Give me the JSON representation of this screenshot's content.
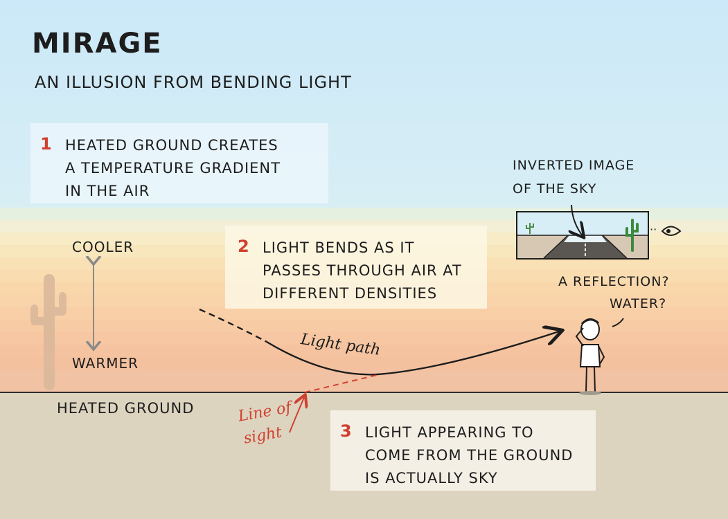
{
  "title": "Mirage",
  "subtitle": "An illusion from bending light",
  "steps": [
    {
      "num": "1",
      "lines": [
        "Heated ground creates",
        "a temperature gradient",
        "in the air"
      ]
    },
    {
      "num": "2",
      "lines": [
        "Light bends as it",
        "passes through air at",
        "different densities"
      ]
    },
    {
      "num": "3",
      "lines": [
        "Light appearing to",
        "come from the ground",
        "is actually sky"
      ]
    }
  ],
  "labels": {
    "cooler": "Cooler",
    "warmer": "Warmer",
    "heated_ground": "Heated ground",
    "light_path": "Light path",
    "line_of_sight_1": "Line of",
    "line_of_sight_2": "sight",
    "inverted_1": "Inverted image",
    "inverted_2": "of the sky",
    "reflection_1": "A reflection?",
    "reflection_2": "Water?"
  },
  "colors": {
    "sky": "#cde9f7",
    "ground": "#ddd4c0",
    "accent_red": "#d0402f"
  }
}
